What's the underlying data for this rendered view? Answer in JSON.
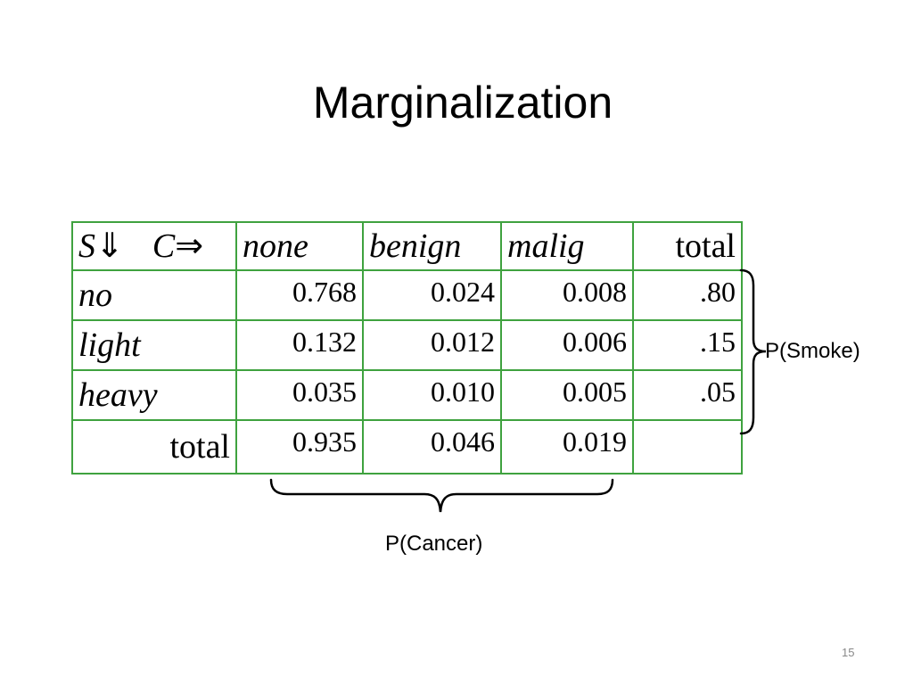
{
  "slide": {
    "title": "Marginalization",
    "page_number": "15"
  },
  "table": {
    "corner": {
      "row_var": "S",
      "down_arrow": "⇓",
      "col_var": "C",
      "right_arrow": "⇒"
    },
    "header": [
      "none",
      "benign",
      "malig",
      "total"
    ],
    "rows": [
      {
        "label": "no",
        "values": [
          "0.768",
          "0.024",
          "0.008"
        ],
        "total": ".80"
      },
      {
        "label": "light",
        "values": [
          "0.132",
          "0.012",
          "0.006"
        ],
        "total": ".15"
      },
      {
        "label": "heavy",
        "values": [
          "0.035",
          "0.010",
          "0.005"
        ],
        "total": ".05"
      }
    ],
    "totals_row": {
      "label": "total",
      "values": [
        "0.935",
        "0.046",
        "0.019"
      ],
      "total": ""
    }
  },
  "annotations": {
    "row_brace_label": "P(Smoke)",
    "column_brace_label": "P(Cancer)"
  }
}
